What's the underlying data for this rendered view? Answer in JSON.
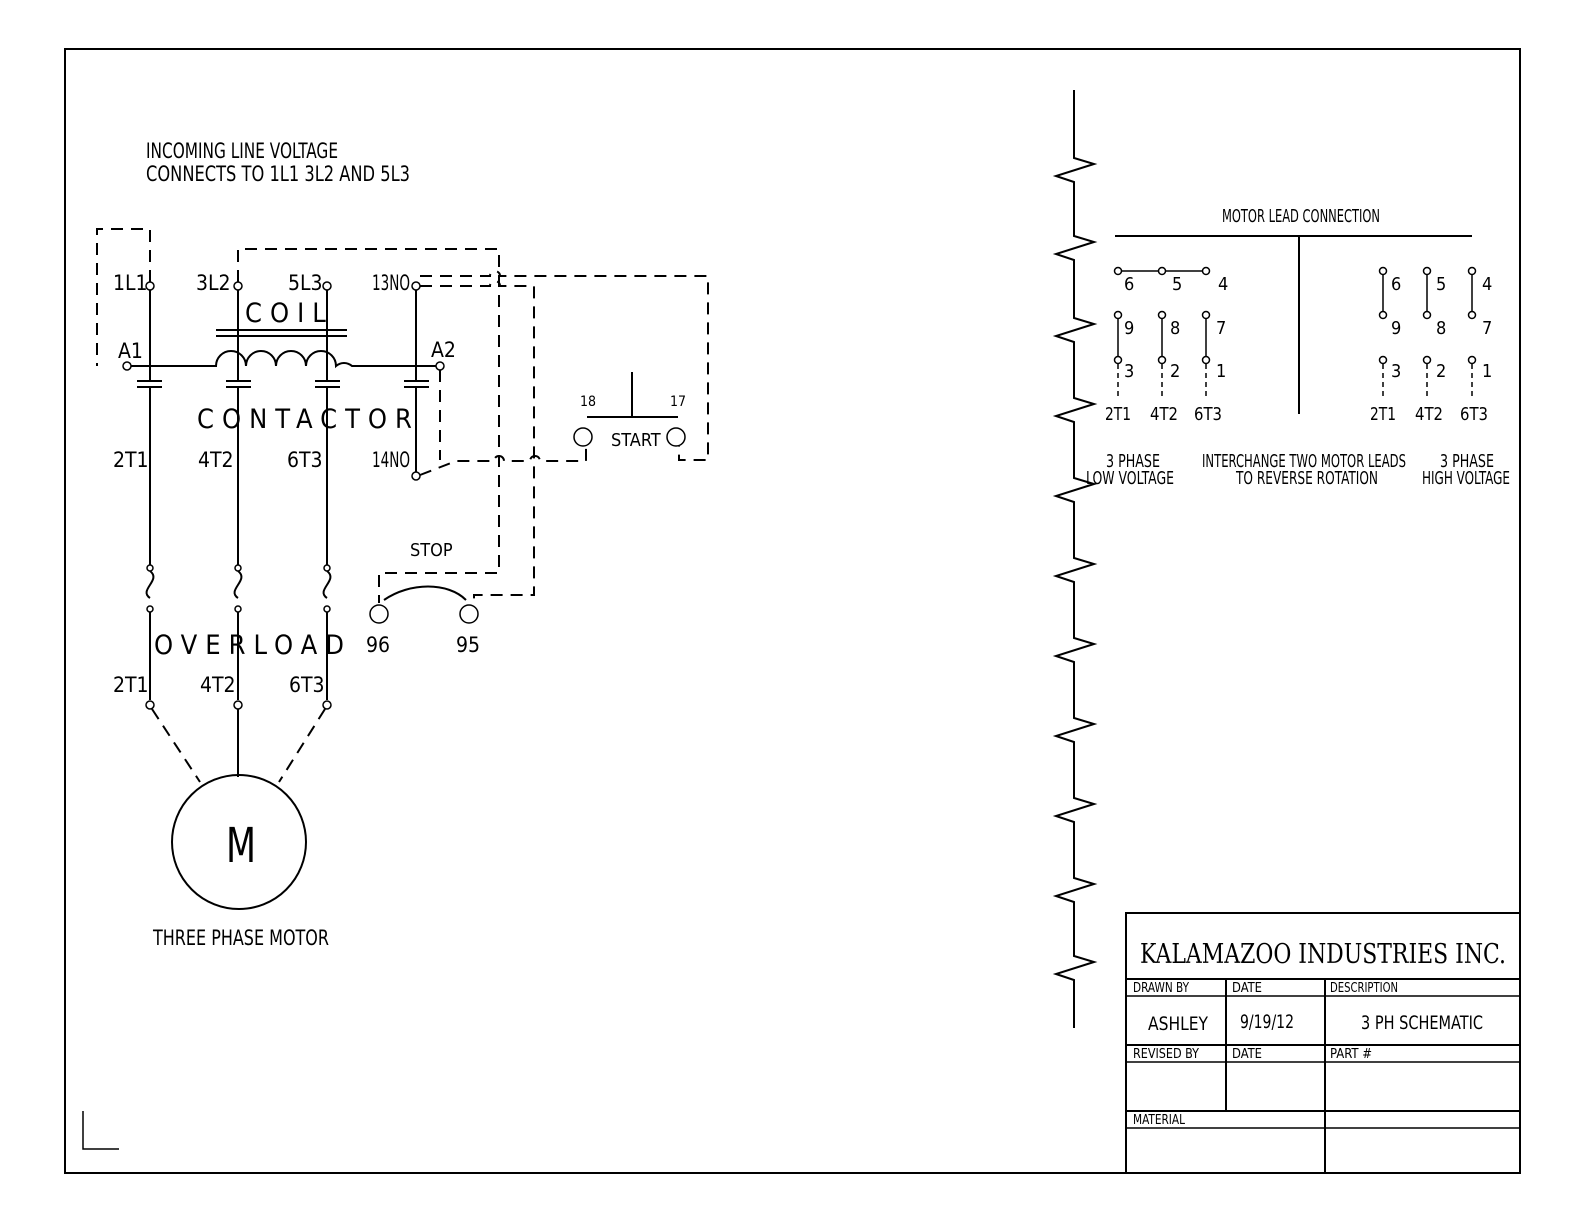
{
  "schematic": {
    "note_line1": "INCOMING LINE VOLTAGE",
    "note_line2": "CONNECTS TO 1L1 3L2 AND 5L3",
    "labels": {
      "l1": "1L1",
      "l2": "3L2",
      "l3": "5L3",
      "no13": "13NO",
      "no14": "14NO",
      "a1": "A1",
      "a2": "A2",
      "coil": "COIL",
      "contactor": "CONTACTOR",
      "overload": "OVERLOAD",
      "t1": "2T1",
      "t2": "4T2",
      "t3": "6T3",
      "t1b": "2T1",
      "t2b": "4T2",
      "t3b": "6T3",
      "motor_symbol": "M",
      "motor_label": "THREE PHASE MOTOR",
      "start": "START",
      "start_18": "18",
      "start_17": "17",
      "stop": "STOP",
      "stop_96": "96",
      "stop_95": "95"
    }
  },
  "motor_lead": {
    "title": "MOTOR LEAD CONNECTION",
    "low_nums": [
      "6",
      "5",
      "4",
      "9",
      "8",
      "7",
      "3",
      "2",
      "1"
    ],
    "low_terms": [
      "2T1",
      "4T2",
      "6T3"
    ],
    "high_nums": [
      "6",
      "5",
      "4",
      "9",
      "8",
      "7",
      "3",
      "2",
      "1"
    ],
    "high_terms": [
      "2T1",
      "4T2",
      "6T3"
    ],
    "low_caption1": "3 PHASE",
    "low_caption2": "LOW VOLTAGE",
    "mid_caption1": "INTERCHANGE TWO MOTOR LEADS",
    "mid_caption2": "TO REVERSE ROTATION",
    "high_caption1": "3 PHASE",
    "high_caption2": "HIGH VOLTAGE"
  },
  "title_block": {
    "company": "KALAMAZOO INDUSTRIES INC.",
    "drawn_by_label": "DRAWN BY",
    "date_label": "DATE",
    "description_label": "DESCRIPTION",
    "drawn_by": "ASHLEY",
    "date": "9/19/12",
    "description": "3 PH SCHEMATIC",
    "revised_by_label": "REVISED BY",
    "date2_label": "DATE",
    "part_label": "PART #",
    "material_label": "MATERIAL"
  }
}
